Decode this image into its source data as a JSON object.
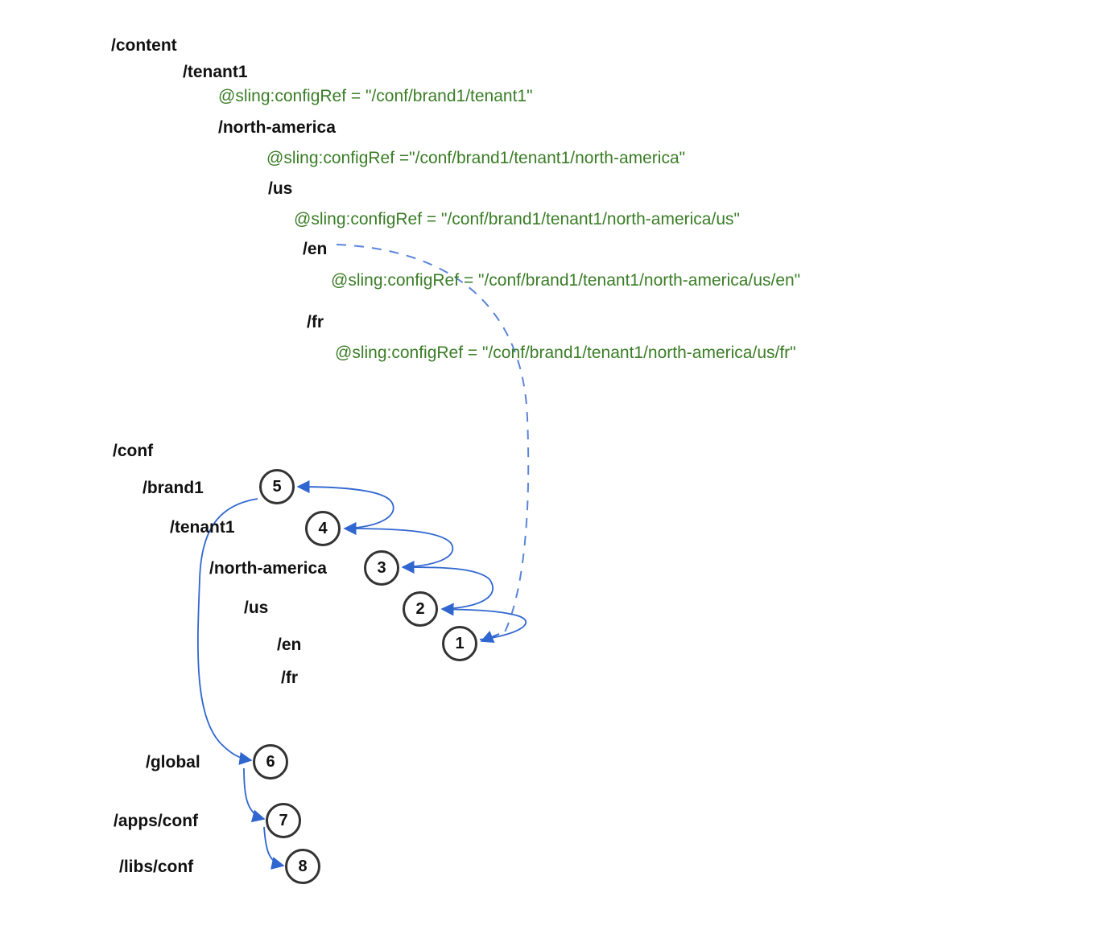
{
  "colors": {
    "label": "#111111",
    "config_ref": "#3a7d26",
    "arrow": "#2f66d0",
    "node_border": "#333333"
  },
  "content_tree": {
    "root": "/content",
    "tenant1": "/tenant1",
    "tenant1_ref": "@sling:configRef = \"/conf/brand1/tenant1\"",
    "north_america": "/north-america",
    "north_america_ref": "@sling:configRef =\"/conf/brand1/tenant1/north-america\"",
    "us": "/us",
    "us_ref": "@sling:configRef = \"/conf/brand1/tenant1/north-america/us\"",
    "en": "/en",
    "en_ref": "@sling:configRef = \"/conf/brand1/tenant1/north-america/us/en\"",
    "fr": "/fr",
    "fr_ref": "@sling:configRef = \"/conf/brand1/tenant1/north-america/us/fr\""
  },
  "conf_tree": {
    "root": "/conf",
    "brand1": "/brand1",
    "tenant1": "/tenant1",
    "north_america": "/north-america",
    "us": "/us",
    "en": "/en",
    "fr": "/fr",
    "global": "/global",
    "apps_conf": "/apps/conf",
    "libs_conf": "/libs/conf"
  },
  "lookup_order": [
    {
      "step": "1",
      "target": "/conf/brand1/tenant1/north-america/us/en"
    },
    {
      "step": "2",
      "target": "/conf/brand1/tenant1/north-america/us"
    },
    {
      "step": "3",
      "target": "/conf/brand1/tenant1/north-america"
    },
    {
      "step": "4",
      "target": "/conf/brand1/tenant1"
    },
    {
      "step": "5",
      "target": "/conf/brand1"
    },
    {
      "step": "6",
      "target": "/conf/global"
    },
    {
      "step": "7",
      "target": "/apps/conf"
    },
    {
      "step": "8",
      "target": "/libs/conf"
    }
  ]
}
